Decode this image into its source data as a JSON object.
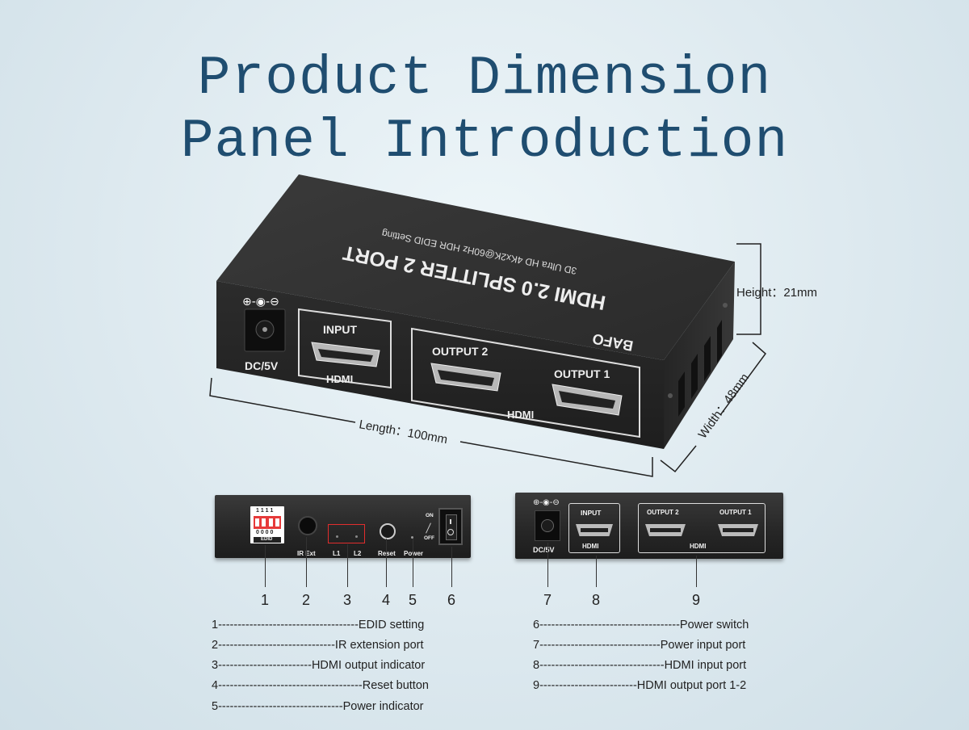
{
  "title": {
    "line1": "Product Dimension",
    "line2": "Panel Introduction"
  },
  "device": {
    "brand": "BAFO",
    "top_title": "HDMI 2.0 SPLITTER 2 PORT",
    "top_subtitle": "3D Ultra HD 4Kx2K@60Hz HDR EDID Setting",
    "dc_label": "DC/5V",
    "input_label": "INPUT",
    "output2_label": "OUTPUT 2",
    "output1_label": "OUTPUT 1",
    "hdmi_label": "HDMI"
  },
  "dimensions": {
    "height": "Height：21mm",
    "length": "Length：100mm",
    "width": "Width：48mm"
  },
  "left_panel": {
    "edid_bits": "1 1 1 1",
    "edid_zeros": "0 0 0 0",
    "edid_label": "EDID",
    "ir_label": "IR Ext",
    "l1": "L1",
    "l2": "L2",
    "reset": "Reset",
    "power": "Power",
    "on": "ON",
    "off": "OFF"
  },
  "right_panel": {
    "dc_label": "DC/5V",
    "input_label": "INPUT",
    "hdmi_label": "HDMI",
    "output2_label": "OUTPUT 2",
    "output1_label": "OUTPUT 1",
    "hdmi_label_2": "HDMI"
  },
  "callout_numbers": [
    "1",
    "2",
    "3",
    "4",
    "5",
    "6",
    "7",
    "8",
    "9"
  ],
  "legend_left": [
    "1------------------------------------EDID setting",
    "2------------------------------IR extension port",
    "3------------------------HDMI output indicator",
    "4-------------------------------------Reset button",
    "5--------------------------------Power indicator"
  ],
  "legend_right": [
    "6------------------------------------Power switch",
    "7-------------------------------Power input port",
    "8--------------------------------HDMI input port",
    "9-------------------------HDMI output port 1-2"
  ]
}
